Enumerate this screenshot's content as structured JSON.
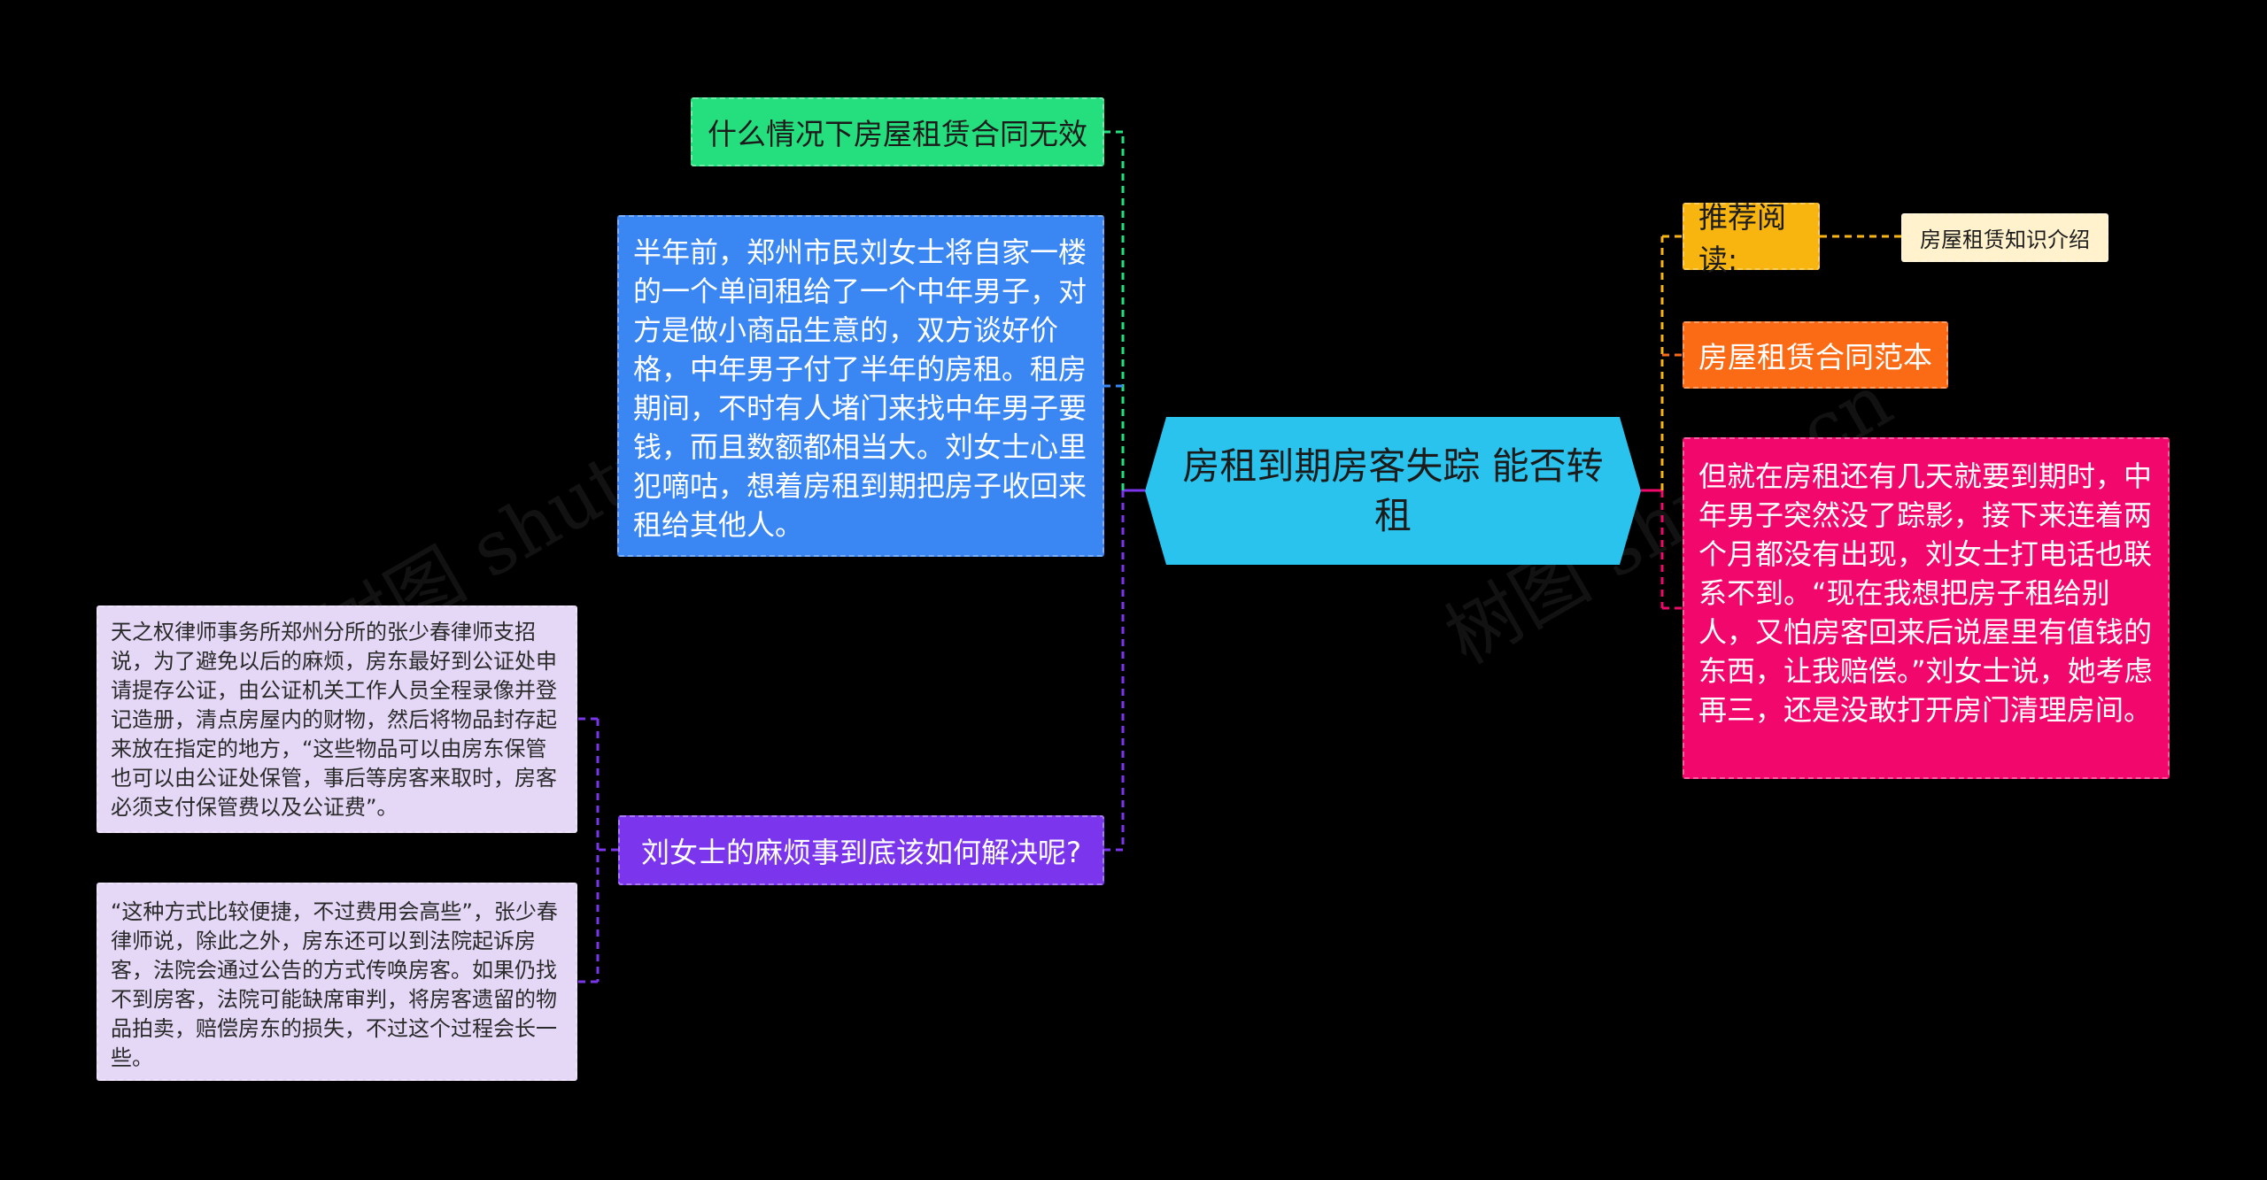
{
  "center": {
    "text": "房租到期房客失踪 能否转租",
    "color": "#29c3ee"
  },
  "left": {
    "green": {
      "text": "什么情况下房屋租赁合同无效",
      "color": "#25df7e"
    },
    "blue": {
      "text": "半年前，郑州市民刘女士将自家一楼的一个单间租给了一个中年男子，对方是做小商品生意的，双方谈好价格，中年男子付了半年的房租。租房期间，不时有人堵门来找中年男子要钱，而且数额都相当大。刘女士心里犯嘀咕，想着房租到期把房子收回来租给其他人。",
      "color": "#3a86f3"
    },
    "purple": {
      "text": "刘女士的麻烦事到底该如何解决呢?",
      "color": "#7b35ec",
      "children": [
        {
          "text": "天之权律师事务所郑州分所的张少春律师支招说，为了避免以后的麻烦，房东最好到公证处申请提存公证，由公证机关工作人员全程录像并登记造册，清点房屋内的财物，然后将物品封存起来放在指定的地方，“这些物品可以由房东保管也可以由公证处保管，事后等房客来取时，房客必须支付保管费以及公证费”。"
        },
        {
          "text": "“这种方式比较便捷，不过费用会高些”，张少春律师说，除此之外，房东还可以到法院起诉房客，法院会通过公告的方式传唤房客。如果仍找不到房客，法院可能缺席审判，将房客遗留的物品拍卖，赔偿房东的损失，不过这个过程会长一些。"
        }
      ]
    }
  },
  "right": {
    "yellow": {
      "text": "推荐阅读:",
      "color": "#f9b50f",
      "child": {
        "text": "房屋租赁知识介绍"
      }
    },
    "orange": {
      "text": "房屋租赁合同范本",
      "color": "#fb6a14"
    },
    "pink": {
      "text": "但就在房租还有几天就要到期时，中年男子突然没了踪影，接下来连着两个月都没有出现，刘女士打电话也联系不到。“现在我想把房子租给别人，又怕房客回来后说屋里有值钱的东西，让我赔偿。”刘女士说，她考虑再三，还是没敢打开房门清理房间。",
      "color": "#f2086c"
    }
  },
  "watermarks": [
    "树图 shutu.cn",
    "树图 shutu.cn"
  ]
}
